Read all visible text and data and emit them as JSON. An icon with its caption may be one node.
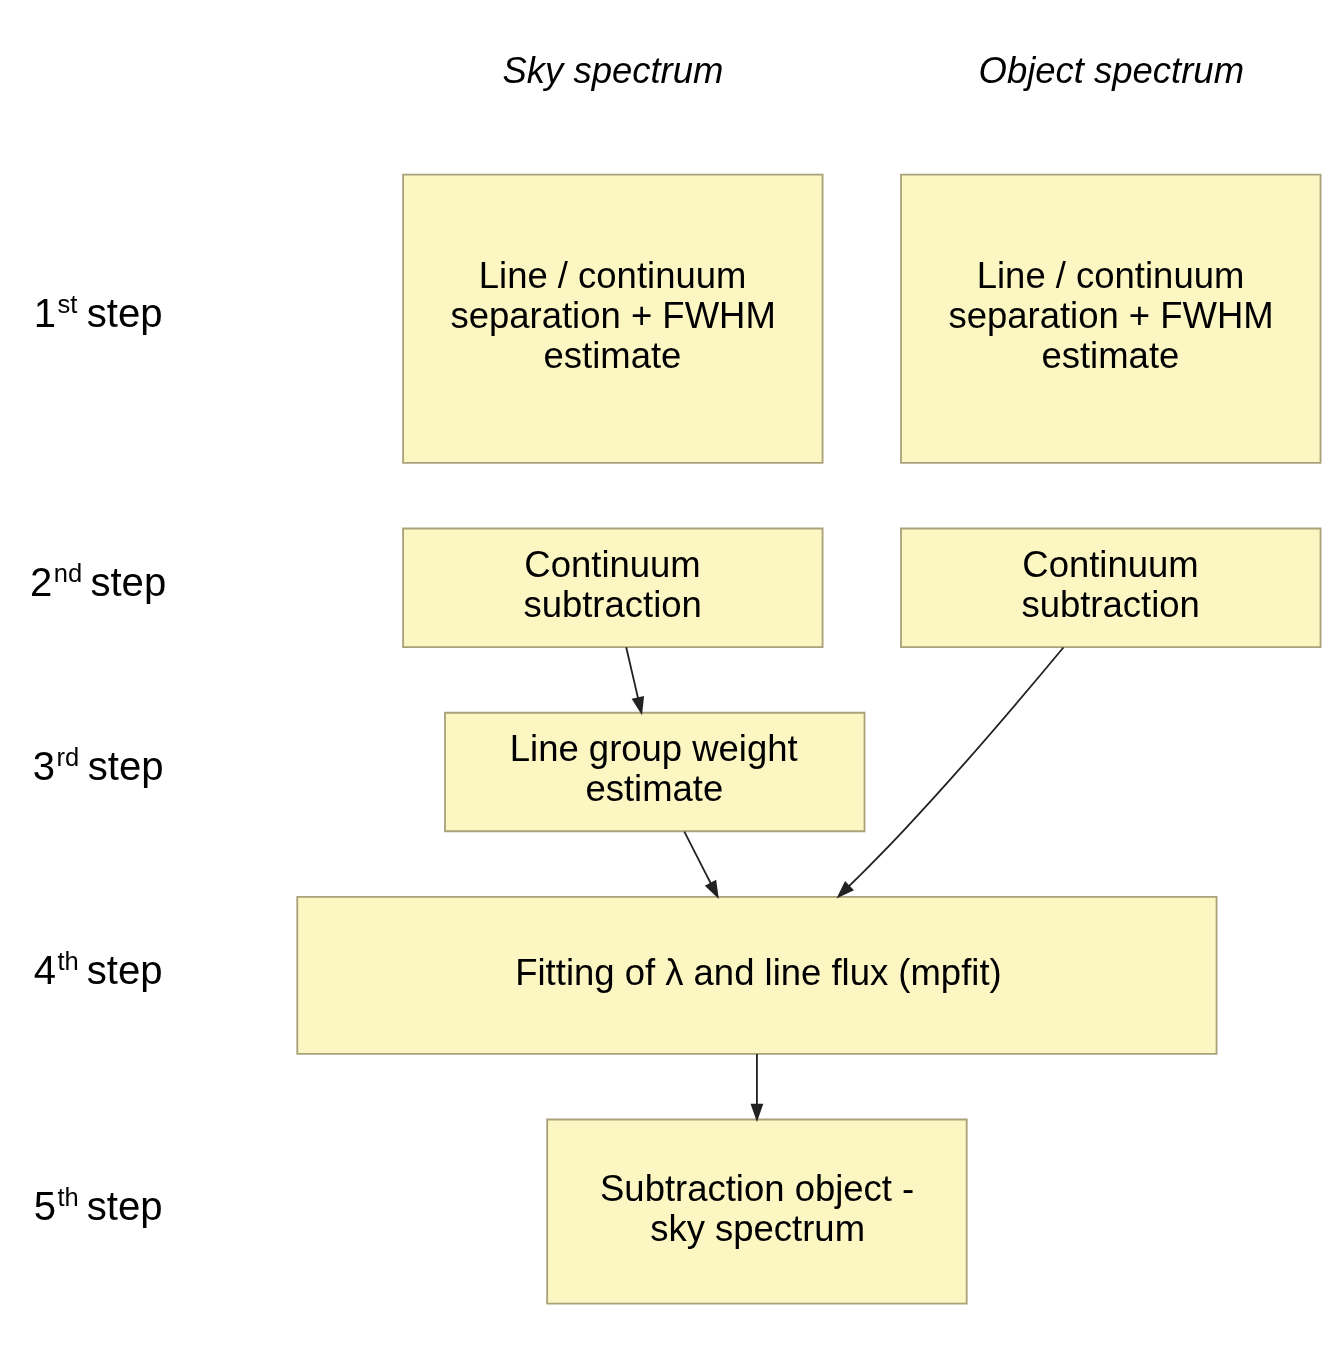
{
  "diagram": {
    "nodes": [
      {
        "text": [
          "Line / continuum separation + FWHM estimate"
        ]
      },
      {
        "text": [
          "Continuum subtraction"
        ]
      },
      {
        "text": [
          "Line / continuum separation + FWHM estimate"
        ]
      },
      {
        "text": [
          "Continuum subtraction"
        ]
      },
      {
        "text": [
          "Line group weight estimate"
        ]
      },
      {
        "text": [
          "Fitting of λ and line flux (mpfit)"
        ]
      },
      {
        "text": [
          "Subtraction object - sky spectrum"
        ]
      }
    ],
    "edges": [
      {
        "from": 1,
        "to": 4,
        "arrow": "to"
      },
      {
        "from": 4,
        "to": 5,
        "arrow": "to"
      },
      {
        "from": 3,
        "to": 5,
        "arrow": "to"
      },
      {
        "from": 5,
        "to": 6,
        "arrow": "to"
      }
    ],
    "labels": [
      "Sky spectrum",
      "Object spectrum",
      "1$^{st}$ step",
      "2$^{nd}$ step",
      "3$^{rd}$ step",
      "4$^{th}$ step",
      "5$^{th}$ step"
    ]
  }
}
